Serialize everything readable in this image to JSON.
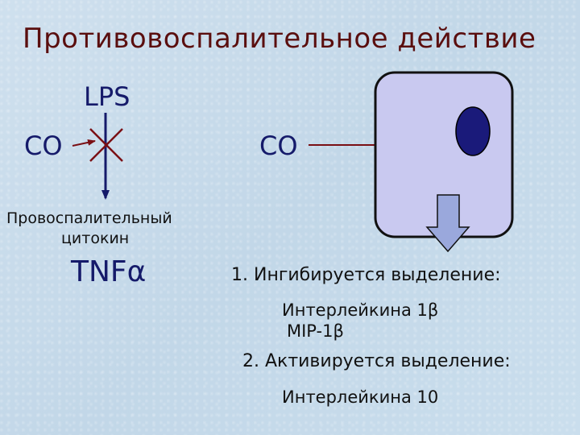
{
  "title": "Противовоспалительное действие",
  "lps_label": "LPS",
  "co_left_label": "CO",
  "co_right_label": "CO",
  "proinflammatory_line1": "Провоспалительный",
  "proinflammatory_line2": "цитокин",
  "tnf_label": "TNFα",
  "effects": {
    "inhibited_heading": "1. Ингибируется выделение:",
    "inhibited_item1": "Интерлейкина 1β",
    "inhibited_item2": "MIP-1β",
    "activated_heading": "2. Активируется выделение:",
    "activated_item1": "Интерлейкина 10"
  },
  "colors": {
    "background": "#c8dcec",
    "title": "#5a0e0e",
    "labels": "#151a6a",
    "arrow": "#7a0f14",
    "cell_fill": "#c9c9f0",
    "nucleus": "#1a1a7a",
    "output_arrow": "#9aa8dc"
  }
}
